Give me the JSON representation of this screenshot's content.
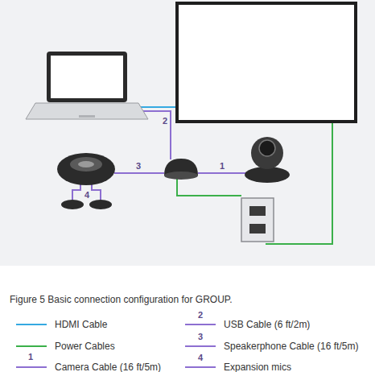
{
  "diagram": {
    "caption": "Figure 5 Basic connection configuration for GROUP.",
    "labels": [
      "2",
      "3",
      "1",
      "4",
      "2",
      "3",
      "1",
      "4"
    ],
    "legend": [
      {
        "text": "HDMI Cable"
      },
      {
        "text": "Power Cables"
      },
      {
        "text": "Camera Cable (16 ft/5m)"
      },
      {
        "text": "USB Cable (6 ft/2m)"
      },
      {
        "text": "Speakerphone Cable (16 ft/5m)"
      },
      {
        "text": "Expansion mics"
      }
    ]
  }
}
